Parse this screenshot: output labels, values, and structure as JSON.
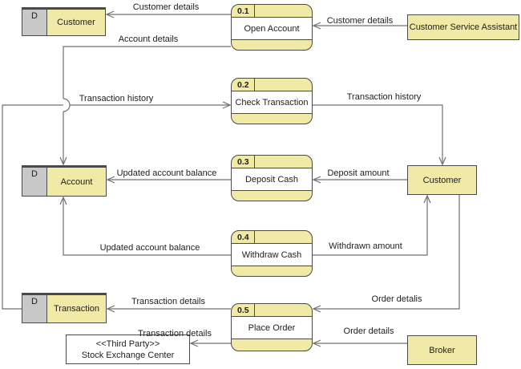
{
  "colors": {
    "node-fill": "#f0eaa6",
    "store-d-fill": "#c8c8c8",
    "border": "#4a4a4a",
    "line": "#707070",
    "text": "#1e1e1e"
  },
  "diagram": {
    "type": "data-flow-diagram",
    "processes": [
      {
        "id": "0.1",
        "name": "Open Account"
      },
      {
        "id": "0.2",
        "name": "Check Transaction"
      },
      {
        "id": "0.3",
        "name": "Deposit Cash"
      },
      {
        "id": "0.4",
        "name": "Withdraw Cash"
      },
      {
        "id": "0.5",
        "name": "Place Order"
      }
    ],
    "data_stores": [
      {
        "prefix": "D",
        "name": "Customer"
      },
      {
        "prefix": "D",
        "name": "Account"
      },
      {
        "prefix": "D",
        "name": "Transaction"
      }
    ],
    "external_entities": [
      {
        "name": "Customer Service Assistant"
      },
      {
        "name": "Customer"
      },
      {
        "name": "Broker"
      }
    ],
    "third_party": {
      "stereotype": "<<Third Party>>",
      "name": "Stock Exchange Center"
    },
    "flow_labels": [
      {
        "label": "Customer details"
      },
      {
        "label": "Customer details"
      },
      {
        "label": "Account details"
      },
      {
        "label": "Transaction history"
      },
      {
        "label": "Transaction history"
      },
      {
        "label": "Updated account balance"
      },
      {
        "label": "Deposit amount"
      },
      {
        "label": "Updated account balance"
      },
      {
        "label": "Withdrawn amount"
      },
      {
        "label": "Transaction details"
      },
      {
        "label": "Order detalis"
      },
      {
        "label": "Transaction details"
      },
      {
        "label": "Order details"
      }
    ]
  }
}
